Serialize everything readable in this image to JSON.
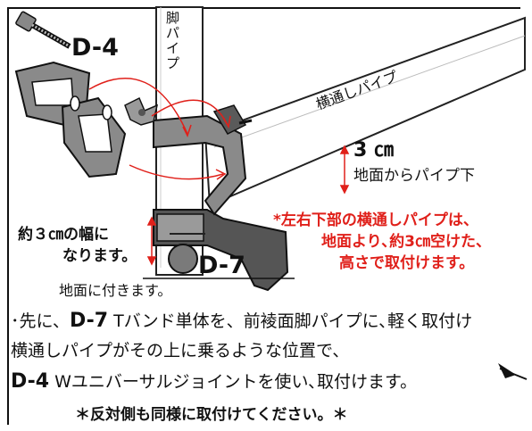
{
  "labels": {
    "part_d4": "D-4",
    "part_d7": "D-7",
    "leg_pipe_line1": "脚",
    "leg_pipe_line2": "パ",
    "leg_pipe_line3": "イ",
    "leg_pipe_line4": "プ",
    "cross_pipe": "横通しパイプ",
    "height_value": "3 ㎝",
    "height_desc": "地面からパイプ下",
    "width_line1": "約３㎝の幅に",
    "width_line2": "なります。",
    "ground_touch": "地面に付きます。"
  },
  "red_note": {
    "line1": "*左右下部の横通しパイプは、",
    "line2": "地面より､約3㎝空けた、",
    "line3": "高さで取付けます。"
  },
  "instructions": {
    "line1_prefix": "･先に、",
    "line1_part": "D-7",
    "line1_text": " Tバンド単体を、前裬面脚パイプに､軽く取付け",
    "line2": "横通しパイプがその上に乗るような位置で、",
    "line3_part": "D-4",
    "line3_text": " Wユニバーサルジョイントを使い､取付けます。",
    "line4": "＊反対側も同様に取付けてください。＊"
  },
  "colors": {
    "accent_red": "#e0201a",
    "metal_gray": "#8a8a8a",
    "dark_gray": "#4a4a4a"
  },
  "icons": [
    "bolt-icon",
    "u-bracket-icon",
    "wing-nut-icon",
    "arrow-icon"
  ]
}
